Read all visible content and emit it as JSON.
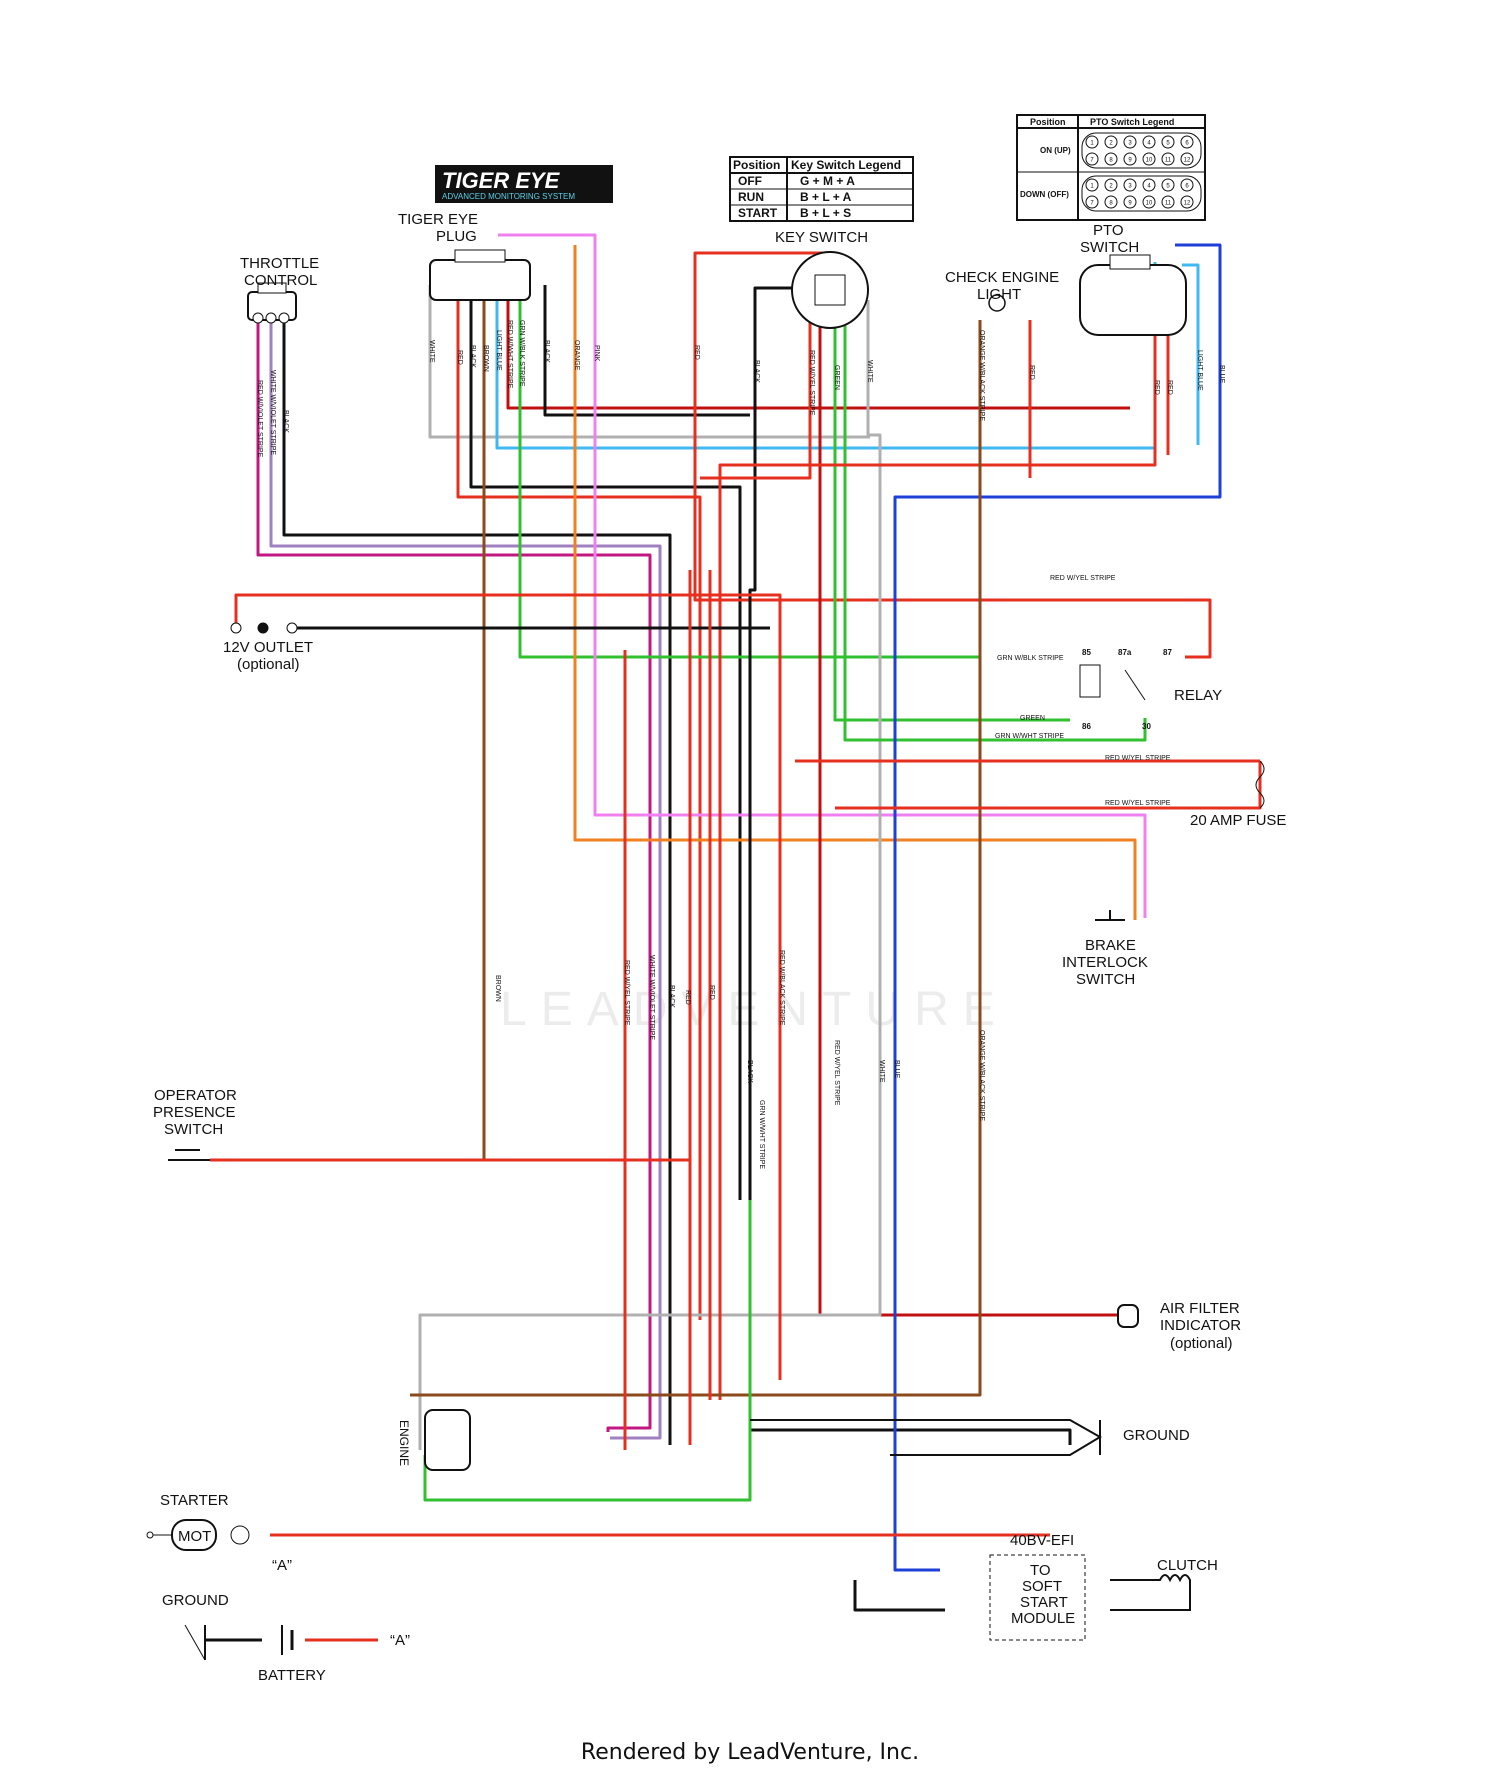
{
  "logo": {
    "title": "TIGER EYE",
    "subtitle": "ADVANCED MONITORING SYSTEM"
  },
  "components": {
    "throttle_control": "THROTTLE\nCONTROL",
    "tiger_eye_plug": "TIGER EYE\nPLUG",
    "key_switch": "KEY SWITCH",
    "check_engine_light": "CHECK ENGINE\nLIGHT",
    "pto_switch": "PTO\nSWITCH",
    "outlet": "12V OUTLET",
    "outlet_note": "(optional)",
    "relay": "RELAY",
    "fuse": "20 AMP FUSE",
    "brake_switch": "BRAKE\nINTERLOCK\nSWITCH",
    "operator_switch": "OPERATOR\nPRESENCE\nSWITCH",
    "air_filter": "AIR FILTER\nINDICATOR",
    "air_filter_note": "(optional)",
    "engine": "ENGINE",
    "ground1": "GROUND",
    "starter": "STARTER",
    "motor": "MOT",
    "starter_ref": "“A”",
    "ground2": "GROUND",
    "battery": "BATTERY",
    "battery_ref": "“A”",
    "efi": "40BV-EFI",
    "soft_start": "TO\nSOFT\nSTART\nMODULE",
    "clutch": "CLUTCH"
  },
  "key_legend": {
    "headers": [
      "Position",
      "Key Switch Legend"
    ],
    "rows": [
      [
        "OFF",
        "G + M + A"
      ],
      [
        "RUN",
        "B + L + A"
      ],
      [
        "START",
        "B + L + S"
      ]
    ]
  },
  "pto_legend": {
    "headers": [
      "Position",
      "PTO Switch Legend"
    ],
    "rows": [
      [
        "ON (UP)"
      ],
      [
        "DOWN (OFF)"
      ]
    ],
    "pins": [
      "1",
      "2",
      "3",
      "4",
      "5",
      "6",
      "7",
      "8",
      "9",
      "10",
      "11",
      "12"
    ]
  },
  "relay_pins": [
    "85",
    "87a",
    "87",
    "86",
    "30"
  ],
  "wire_labels": {
    "white": "WHITE",
    "red": "RED",
    "black": "BLACK",
    "brown": "BROWN",
    "light_blue": "LIGHT BLUE",
    "red_wht": "RED W/WHT STRIPE",
    "grn_blk": "GRN W/BLK STRIPE",
    "orange": "ORANGE",
    "pink": "PINK",
    "red_viol": "RED W/VIOLET STRIPE",
    "wht_viol": "WHITE W/VIOLET STRIPE",
    "red_yel": "RED W/YEL STRIPE",
    "green": "GREEN",
    "orange_blk": "ORANGE W/BLACK STRIPE",
    "blue": "BLUE",
    "grn_wht": "GRN W/WHT STRIPE",
    "red_blk": "RED W/BLACK STRIPE"
  },
  "watermark": "LEADVENTURE",
  "footer": "Rendered by LeadVenture, Inc.",
  "colors": {
    "red": "#e53020",
    "black": "#111111",
    "brown": "#8a4a1c",
    "orange": "#f08020",
    "pink": "#f080f0",
    "light_blue": "#40b8f0",
    "blue": "#1e40d8",
    "green": "#30c030",
    "violet": "#a080c0",
    "magenta": "#c01880",
    "grey": "#b0b0b0",
    "dark_red": "#a01010"
  }
}
